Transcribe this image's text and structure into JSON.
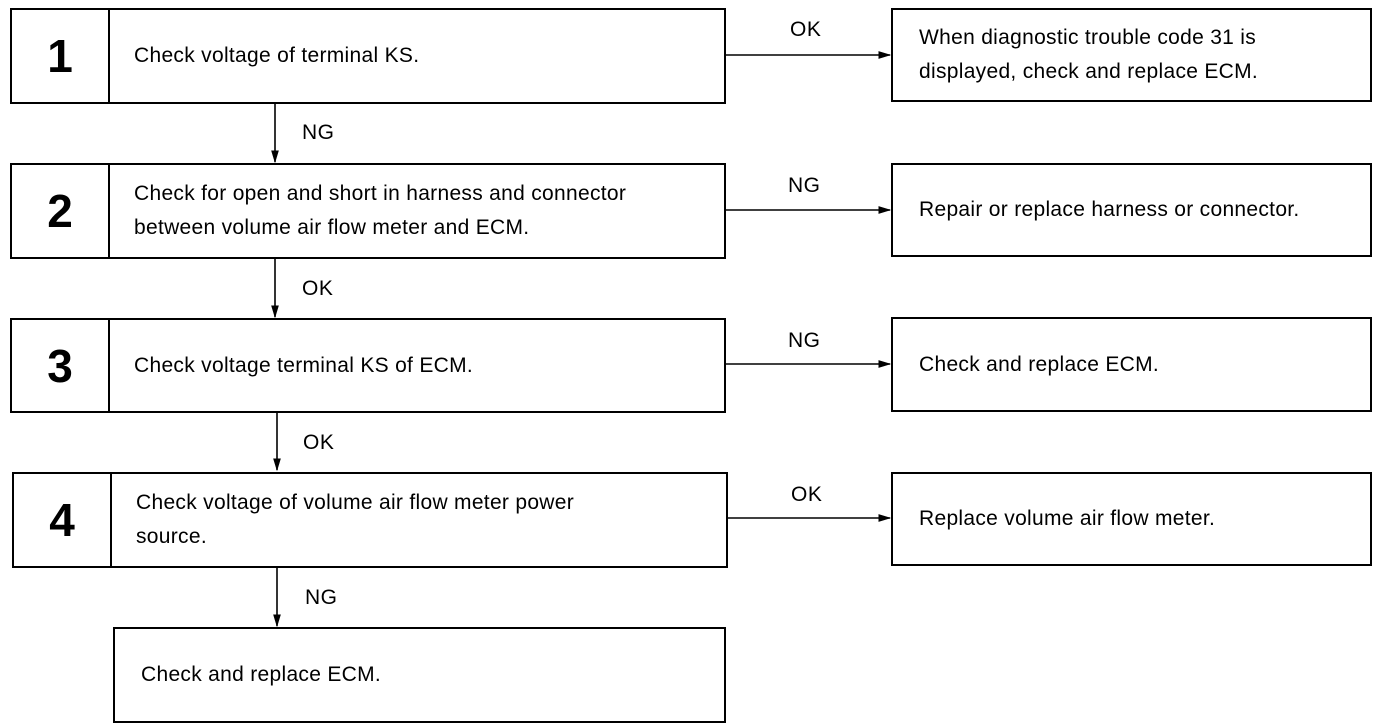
{
  "steps": [
    {
      "number": "1",
      "text": "Check voltage of terminal KS.",
      "branch_label": "OK",
      "result": "When diagnostic trouble code 31 is\ndisplayed, check and replace ECM.",
      "next_label": "NG"
    },
    {
      "number": "2",
      "text": "Check for open and short in harness and connector\nbetween volume air flow meter and ECM.",
      "branch_label": "NG",
      "result": "Repair or replace harness or connector.",
      "next_label": "OK"
    },
    {
      "number": "3",
      "text": "Check voltage terminal KS of ECM.",
      "branch_label": "NG",
      "result": "Check and replace ECM.",
      "next_label": "OK"
    },
    {
      "number": "4",
      "text": "Check voltage of volume air flow meter power\nsource.",
      "branch_label": "OK",
      "result": "Replace volume air flow meter.",
      "next_label": "NG"
    }
  ],
  "final": {
    "text": "Check and replace ECM."
  }
}
